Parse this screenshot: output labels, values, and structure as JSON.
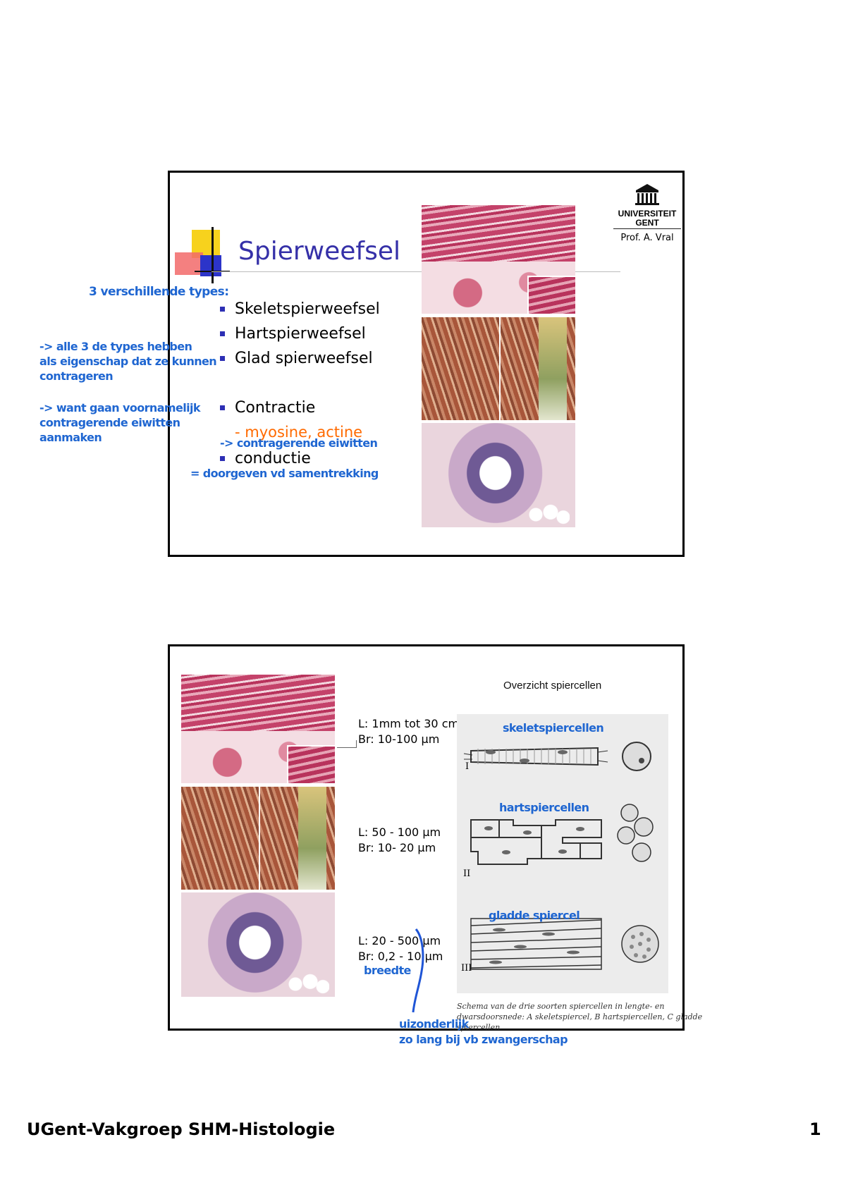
{
  "slide1": {
    "title": "Spierweefsel",
    "logo": {
      "line1": "UNIVERSITEIT",
      "line2": "GENT",
      "professor": "Prof. A. Vral"
    },
    "bullets": [
      "Skeletspierweefsel",
      "Hartspierweefsel",
      "Glad spierweefsel",
      "Contractie",
      "conductie"
    ],
    "sub_bullet": "- myosine, actine",
    "annotations": {
      "types": "3 verschillende types:",
      "eigenschap_1": "-> alle 3 de types hebben",
      "eigenschap_2": "als eigenschap dat ze kunnen",
      "eigenschap_3": "contrageren",
      "want_1": "-> want gaan voornamelijk",
      "want_2": "contragerende eiwitten",
      "want_3": "aanmaken",
      "eiwitten": "-> contragerende eiwitten",
      "doorgeven": "= doorgeven vd samentrekking"
    }
  },
  "slide2": {
    "figure_title": "Overzicht spiercellen",
    "rows": [
      {
        "L": "L: 1mm tot 30 cm",
        "Br": "Br: 10-100 µm",
        "label": "skeletspiercellen",
        "roman": "I"
      },
      {
        "L": "L: 50 - 100 µm",
        "Br": "Br: 10- 20 µm",
        "label": "hartspiercellen",
        "roman": "II"
      },
      {
        "L": "L: 20 - 500 µm",
        "Br": "Br: 0,2 - 10 µm",
        "label": "gladde spiercel",
        "roman": "III"
      }
    ],
    "caption_line1": "Schema van de drie soorten spiercellen in lengte- en",
    "caption_line2": "dwarsdoorsnede: A skeletspiercel, B hartspiercellen, C gladde",
    "caption_line3": "spiercellen",
    "annotations": {
      "breedte": "breedte",
      "uitzonderlijk": "uizonderlijk",
      "zwanger": "zo lang bij vb zwangerschap"
    }
  },
  "footer": {
    "left": "UGent-Vakgroep SHM-Histologie",
    "page": "1"
  }
}
